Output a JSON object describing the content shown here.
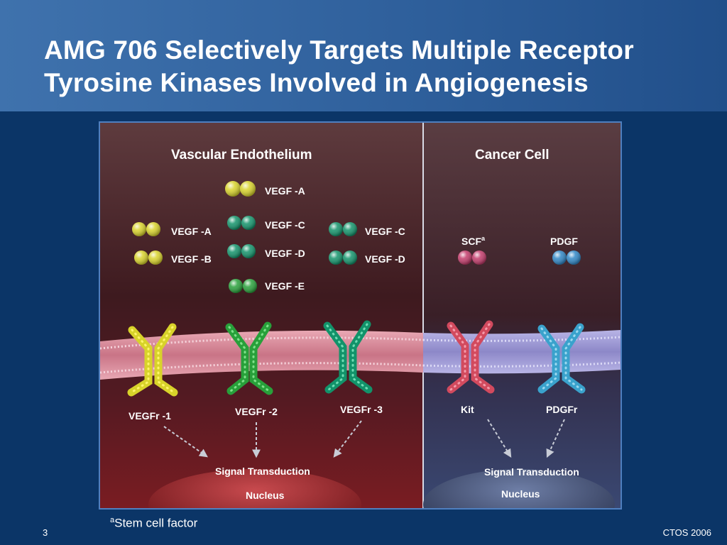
{
  "slide": {
    "title_line1": "AMG 706 Selectively Targets Multiple Receptor",
    "title_line2": "Tyrosine Kinases Involved in Angiogenesis",
    "footnote_marker": "a",
    "footnote_text": "Stem cell factor",
    "page_number": "3",
    "conference": "CTOS 2006"
  },
  "figure": {
    "left_panel_title": "Vascular Endothelium",
    "right_panel_title": "Cancer Cell",
    "ligands": {
      "vegf_a_top": "VEGF -A",
      "vegf_c_center": "VEGF -C",
      "vegf_d_center": "VEGF -D",
      "vegf_e": "VEGF -E",
      "vegf_a_left": "VEGF -A",
      "vegf_b_left": "VEGF -B",
      "vegf_c_right": "VEGF -C",
      "vegf_d_right": "VEGF -D",
      "scf": "SCF",
      "scf_marker": "a",
      "pdgf": "PDGF"
    },
    "receptors": {
      "vegfr1": "VEGFr -1",
      "vegfr2": "VEGFr -2",
      "vegfr3": "VEGFr -3",
      "kit": "Kit",
      "pdgfr": "PDGFr"
    },
    "signal_left": "Signal Transduction",
    "nucleus_left": "Nucleus",
    "signal_right": "Signal Transduction",
    "nucleus_right": "Nucleus",
    "colors": {
      "vegf_ab": "#d8d32a",
      "vegf_cd": "#12936a",
      "vegf_e": "#28a03a",
      "scf": "#c23a6a",
      "pdgf": "#2f86c6",
      "kit": "#d24a5e",
      "pdgfr": "#3aa2cc"
    }
  }
}
